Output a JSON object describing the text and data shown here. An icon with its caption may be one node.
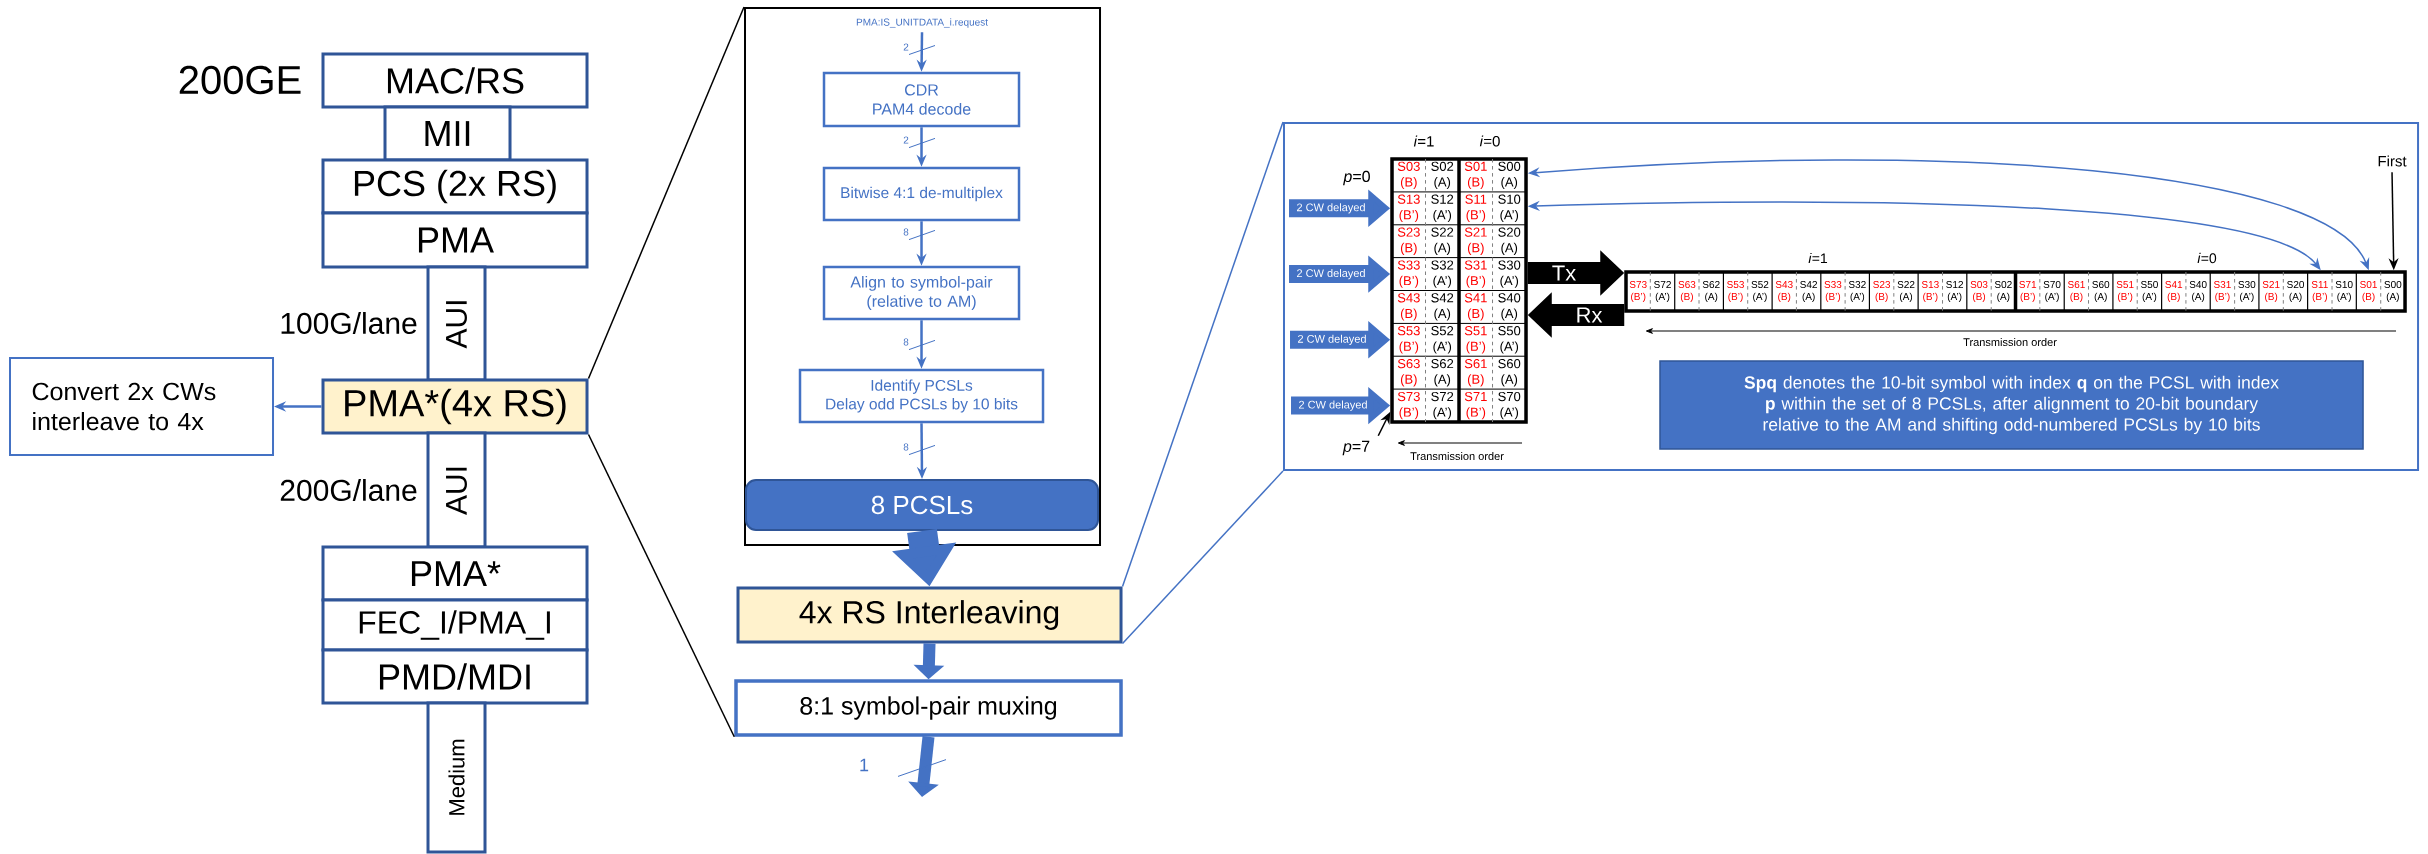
{
  "diagram": {
    "nodes": [
      {
        "text": [
          "MAC/RS"
        ]
      },
      {
        "text": [
          "MII"
        ]
      },
      {
        "text": [
          "PCS (2x RS)"
        ]
      },
      {
        "text": [
          "PMA"
        ]
      },
      {
        "text": [
          "AUI"
        ],
        "beside": [
          "100G/lane"
        ]
      },
      {
        "text": [
          "PMA*(4x RS)"
        ]
      },
      {
        "text": [
          "AUI"
        ],
        "beside": [
          "200G/lane"
        ]
      },
      {
        "text": [
          "PMA*"
        ]
      },
      {
        "text": [
          "FEC_I/PMA_I"
        ]
      },
      {
        "text": [
          "PMD/MDI"
        ]
      },
      {
        "text": [
          "Medium"
        ]
      },
      {
        "text": [
          "Convert 2x CWs interleave to 4x"
        ]
      },
      {
        "text": [],
        "shape": "box"
      },
      {
        "text": [
          "PMA:IS_UNITDATA_i.request"
        ],
        "in": 12
      },
      {
        "text": [
          "CDR",
          "PAM4 decode"
        ],
        "in": 12
      },
      {
        "text": [
          "Bitwise 4:1 de-multiplex"
        ],
        "in": 12
      },
      {
        "text": [
          "Align to symbol-pair (relative to AM)"
        ],
        "in": 12
      },
      {
        "text": [
          "Identify PCSLs",
          "Delay odd PCSLs by 10 bits"
        ],
        "in": 12
      },
      {
        "text": [
          "8 PCSLs"
        ],
        "in": 12
      },
      {
        "text": [
          "4x RS Interleaving"
        ]
      },
      {
        "text": [
          "8:1 symbol-pair muxing"
        ]
      },
      {
        "text": [],
        "shape": "box"
      },
      {
        "text": [],
        "shape": "box",
        "in": 21,
        "beside": [
          "*i*=1",
          "*i*=0"
        ]
      },
      {
        "text": [],
        "shape": "box",
        "in": 21,
        "beside": [
          "*i*=1",
          "*i*=0"
        ]
      },
      {
        "text": [
          "First"
        ],
        "in": 21
      },
      {
        "text": [
          "*p*=7"
        ],
        "in": 21
      },
      {
        "text": [
          "**Spq** denotes the 10-bit symbol with index **q** on the PCSL with index **p** within the set of 8 PCSLs, after alignment to 20-bit boundary relative to the AM and shifting odd-numbered PCSLs by 10 bits"
        ],
        "in": 21
      }
    ],
    "edges": [
      {
        "from": 5,
        "to": 11,
        "arrow": "to"
      },
      {
        "from": 5,
        "to": 12,
        "arrow": "none",
        "color": "#000000"
      },
      {
        "from": 5,
        "to": 20,
        "arrow": "none",
        "color": "#000000"
      },
      {
        "from": 13,
        "to": 14,
        "arrow": "to",
        "label": "2"
      },
      {
        "from": 14,
        "to": 15,
        "arrow": "to",
        "label": "2"
      },
      {
        "from": 15,
        "to": 16,
        "arrow": "to",
        "label": "8"
      },
      {
        "from": 16,
        "to": 17,
        "arrow": "to",
        "label": "8"
      },
      {
        "from": 17,
        "to": 18,
        "arrow": "to",
        "label": "8"
      },
      {
        "from": 18,
        "to": 19,
        "arrow": "to",
        "style": "thick"
      },
      {
        "from": 19,
        "to": 20,
        "arrow": "to",
        "style": "thick"
      },
      {
        "from": 20,
        "to": null,
        "arrow": "to",
        "style": "thick",
        "label": "1"
      },
      {
        "from": 19,
        "to": 21,
        "arrow": "none"
      },
      {
        "from": 19,
        "to": 21,
        "arrow": "none"
      },
      {
        "from": 22,
        "to": 23,
        "arrow": "both"
      },
      {
        "from": 22,
        "to": 23,
        "arrow": "both"
      },
      {
        "from": 24,
        "to": 23,
        "arrow": "to",
        "color": "#000000"
      },
      {
        "from": 25,
        "to": 22,
        "arrow": "to",
        "color": "#000000"
      },
      {
        "from": null,
        "to": 22,
        "arrow": "to",
        "style": "thick",
        "label": "2 CW delayed"
      },
      {
        "from": null,
        "to": 22,
        "arrow": "to",
        "style": "thick",
        "label": "2 CW delayed"
      },
      {
        "from": null,
        "to": 22,
        "arrow": "to",
        "style": "thick",
        "label": "2 CW delayed"
      },
      {
        "from": null,
        "to": 22,
        "arrow": "to",
        "style": "thick",
        "label": "2 CW delayed"
      },
      {
        "from": 22,
        "to": 23,
        "arrow": "to",
        "style": "thick",
        "color": "#000000",
        "label": "Tx"
      },
      {
        "from": 23,
        "to": 22,
        "arrow": "to",
        "style": "thick",
        "color": "#000000",
        "label": "Rx"
      }
    ],
    "labels": [
      "200GE",
      "*p*=0",
      "S03 (B)",
      "S02 (A)",
      "S01 (B)",
      "S00 (A)",
      "S13 (B’)",
      "S12 (A’)",
      "S11 (B’)",
      "S10 (A’)",
      "S23 (B)",
      "S22 (A)",
      "S21 (B)",
      "S20 (A)",
      "S33 (B’)",
      "S32 (A’)",
      "S31 (B’)",
      "S30 (A’)",
      "S43 (B)",
      "S42 (A)",
      "S41 (B)",
      "S40 (A)",
      "S53 (B’)",
      "S52 (A’)",
      "S51 (B’)",
      "S50 (A’)",
      "S63 (B)",
      "S62 (A)",
      "S61 (B)",
      "S60 (A)",
      "S73 (B’)",
      "S72 (A’)",
      "S71 (B’)",
      "S70 (A’)",
      "S73 (B’)",
      "S72 (A’)",
      "S63 (B)",
      "S62 (A)",
      "S53 (B’)",
      "S52 (A’)",
      "S43 (B)",
      "S42 (A)",
      "S33 (B’)",
      "S32 (A’)",
      "S23 (B)",
      "S22 (A)",
      "S13 (B’)",
      "S12 (A’)",
      "S03 (B)",
      "S02 (A)",
      "S71 (B’)",
      "S70 (A’)",
      "S61 (B)",
      "S60 (A)",
      "S51 (B’)",
      "S50 (A’)",
      "S41 (B)",
      "S40 (A)",
      "S31 (B’)",
      "S30 (A’)",
      "S21 (B)",
      "S20 (A)",
      "S11 (B’)",
      "S10 (A’)",
      "S01 (B)",
      "S00 (A)",
      "Transmission order",
      "Transmission order"
    ]
  }
}
